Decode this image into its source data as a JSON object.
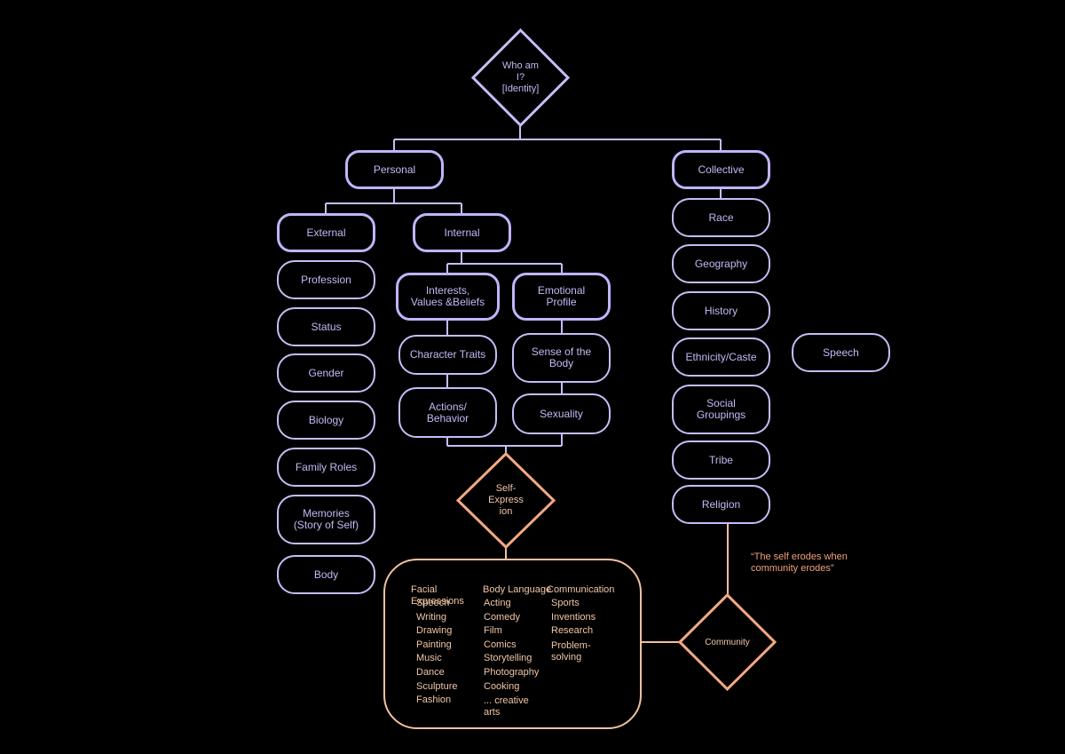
{
  "root": {
    "label_line1": "Who am",
    "label_line2": "I?",
    "label_line3": "[Identity]"
  },
  "personal": {
    "label": "Personal"
  },
  "collective": {
    "label": "Collective"
  },
  "external": {
    "label": "External"
  },
  "internal": {
    "label": "Internal"
  },
  "external_items": [
    "Profession",
    "Status",
    "Gender",
    "Biology",
    "Family Roles"
  ],
  "memories": {
    "line1": "Memories",
    "line2": "(Story of Self)"
  },
  "body": {
    "label": "Body"
  },
  "interests": {
    "line1": "Interests,",
    "line2": "Values &Beliefs"
  },
  "emotional": {
    "line1": "Emotional",
    "line2": "Profile"
  },
  "character_traits": {
    "label": "Character Traits"
  },
  "sense_body": {
    "line1": "Sense of the",
    "line2": "Body"
  },
  "actions": {
    "line1": "Actions/",
    "line2": "Behavior"
  },
  "sexuality": {
    "label": "Sexuality"
  },
  "collective_items": [
    "Race",
    "Geography",
    "History",
    "Ethnicity/Caste"
  ],
  "social": {
    "line1": "Social",
    "line2": "Groupings"
  },
  "collective_items_bottom": [
    "Tribe",
    "Religion"
  ],
  "speech_box": {
    "label": "Speech"
  },
  "self_expression": {
    "line1": "Self-",
    "line2": "Express",
    "line3": "ion"
  },
  "community": {
    "label": "Community"
  },
  "quote": {
    "line1": "“The self erodes when",
    "line2": "community erodes”"
  },
  "expression_box": {
    "header_facial": "Facial Expressions",
    "header_body": "Body Language",
    "header_communication": "Communication",
    "col1": [
      "Speech",
      "Writing",
      "Drawing",
      "Painting",
      "Music",
      "Dance",
      "Sculpture",
      "Fashion"
    ],
    "col2": [
      "Acting",
      "Comedy",
      "Film",
      "Comics",
      "Storytelling",
      "Photography",
      "Cooking",
      "... creative",
      "arts"
    ],
    "col3": [
      "Sports",
      "Inventions",
      "Research",
      "Problem-",
      "solving"
    ]
  },
  "colors": {
    "background": "#000000",
    "node_border": "#c6bdf7",
    "node_text": "#c4b8f5",
    "orange": "#f2c0a0",
    "quote": "#f0a27b"
  }
}
